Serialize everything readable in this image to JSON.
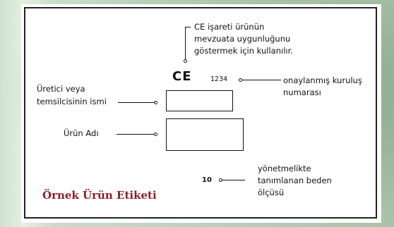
{
  "ce_note": [
    "CE işareti ürünün",
    "mevzuata uygunluğunu",
    "göstermek için kullanılır."
  ],
  "ce_mark": "CE",
  "notified_body_number": "1234",
  "notified_body_label": [
    "onaylanmış kuruluş",
    "numarası"
  ],
  "manufacturer_label": [
    "Üretici veya",
    "temsilcisinin ismi"
  ],
  "product_name_label": "Ürün Adı",
  "size_value": "10",
  "size_label": [
    "yönetmelikte",
    "tanımlanan beden",
    "ölçüsü"
  ],
  "title": "Örnek Ürün Etiketi",
  "colors": {
    "title": "#8b1f2a",
    "background": "#b7ceb6"
  }
}
